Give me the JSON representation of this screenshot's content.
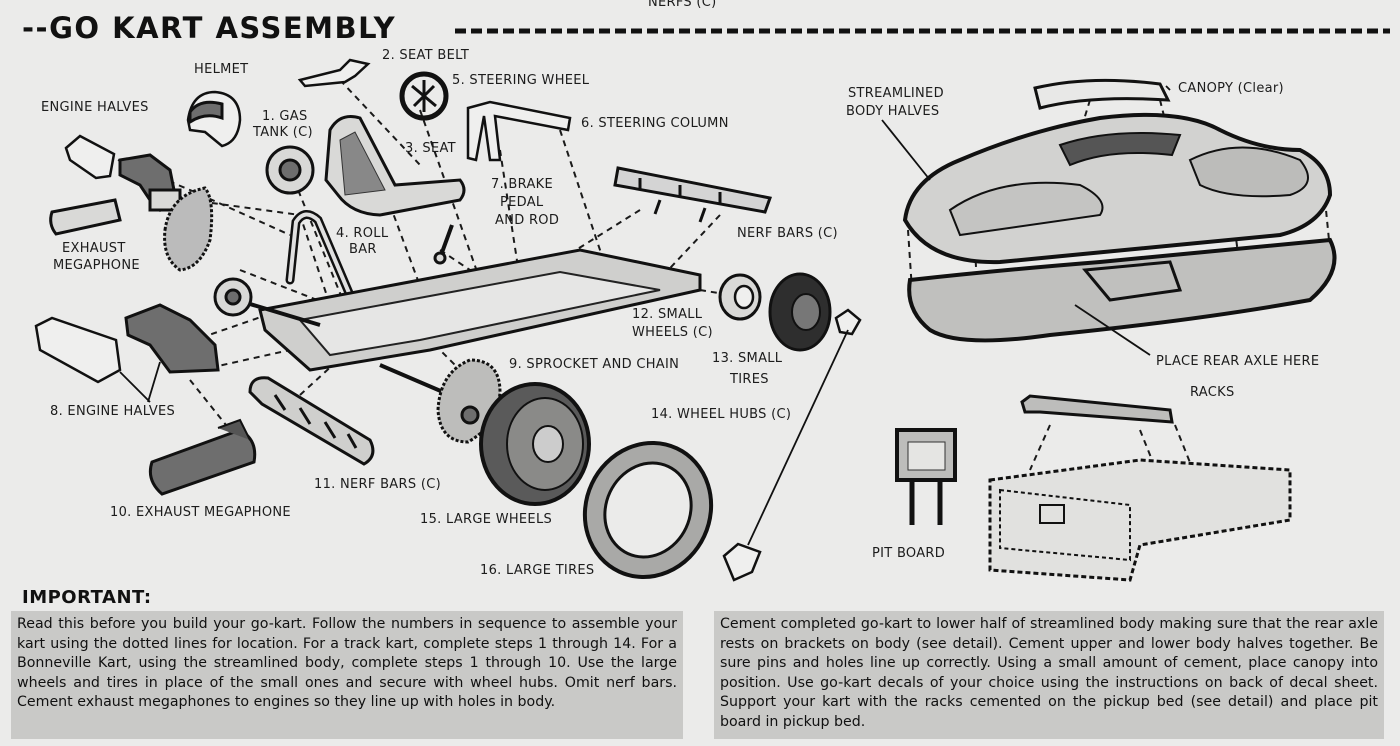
{
  "header": {
    "title": "--GO KART ASSEMBLY",
    "top_fragment": "NERFS (C)"
  },
  "labels": {
    "helmet": "HELMET",
    "engine_halves_top": "ENGINE HALVES",
    "gas_tank_1": "1. GAS",
    "gas_tank_2": "TANK (C)",
    "seat_belt": "2. SEAT BELT",
    "seat": "3. SEAT",
    "roll_bar_1": "4. ROLL",
    "roll_bar_2": "BAR",
    "steering_wheel": "5. STEERING WHEEL",
    "steering_column": "6. STEERING COLUMN",
    "brake_1": "7. BRAKE",
    "brake_2": "PEDAL",
    "brake_3": "AND ROD",
    "exhaust_top_1": "EXHAUST",
    "exhaust_top_2": "MEGAPHONE",
    "engine_halves_8": "8. ENGINE HALVES",
    "sprocket": "9. SPROCKET AND CHAIN",
    "exhaust_10": "10. EXHAUST MEGAPHONE",
    "nerf_11": "11. NERF BARS (C)",
    "nerf_top": "NERF BARS (C)",
    "small_wheels_1": "12. SMALL",
    "small_wheels_2": "WHEELS (C)",
    "small_tires_1": "13. SMALL",
    "small_tires_2": "TIRES",
    "wheel_hubs": "14. WHEEL HUBS (C)",
    "large_wheels": "15. LARGE WHEELS",
    "large_tires": "16. LARGE TIRES",
    "body_1": "STREAMLINED",
    "body_2": "BODY HALVES",
    "canopy": "CANOPY (Clear)",
    "rear_axle": "PLACE REAR AXLE HERE",
    "racks": "RACKS",
    "pit_board": "PIT BOARD"
  },
  "important": {
    "heading": "IMPORTANT:",
    "left_text": "Read this before you build your go-kart. Follow the numbers in sequence to assemble your kart using the dotted lines for location. For a track kart, complete steps 1 through 14. For a Bonneville Kart, using the streamlined body, complete steps 1 through 10. Use the large wheels and tires in place of the small ones and secure with wheel hubs. Omit nerf bars. Cement exhaust megaphones to engines so they line up with holes in body.",
    "right_text": "Cement completed go-kart to lower half of streamlined body making sure that the rear axle rests on brackets on body (see detail). Cement upper and lower body halves together. Be sure pins and holes line up correctly. Using a small amount of cement, place canopy into position. Use go-kart decals of your choice using the instructions on back of decal sheet. Support your kart with the racks cemented on the pickup bed (see detail) and place pit board in pickup bed."
  }
}
